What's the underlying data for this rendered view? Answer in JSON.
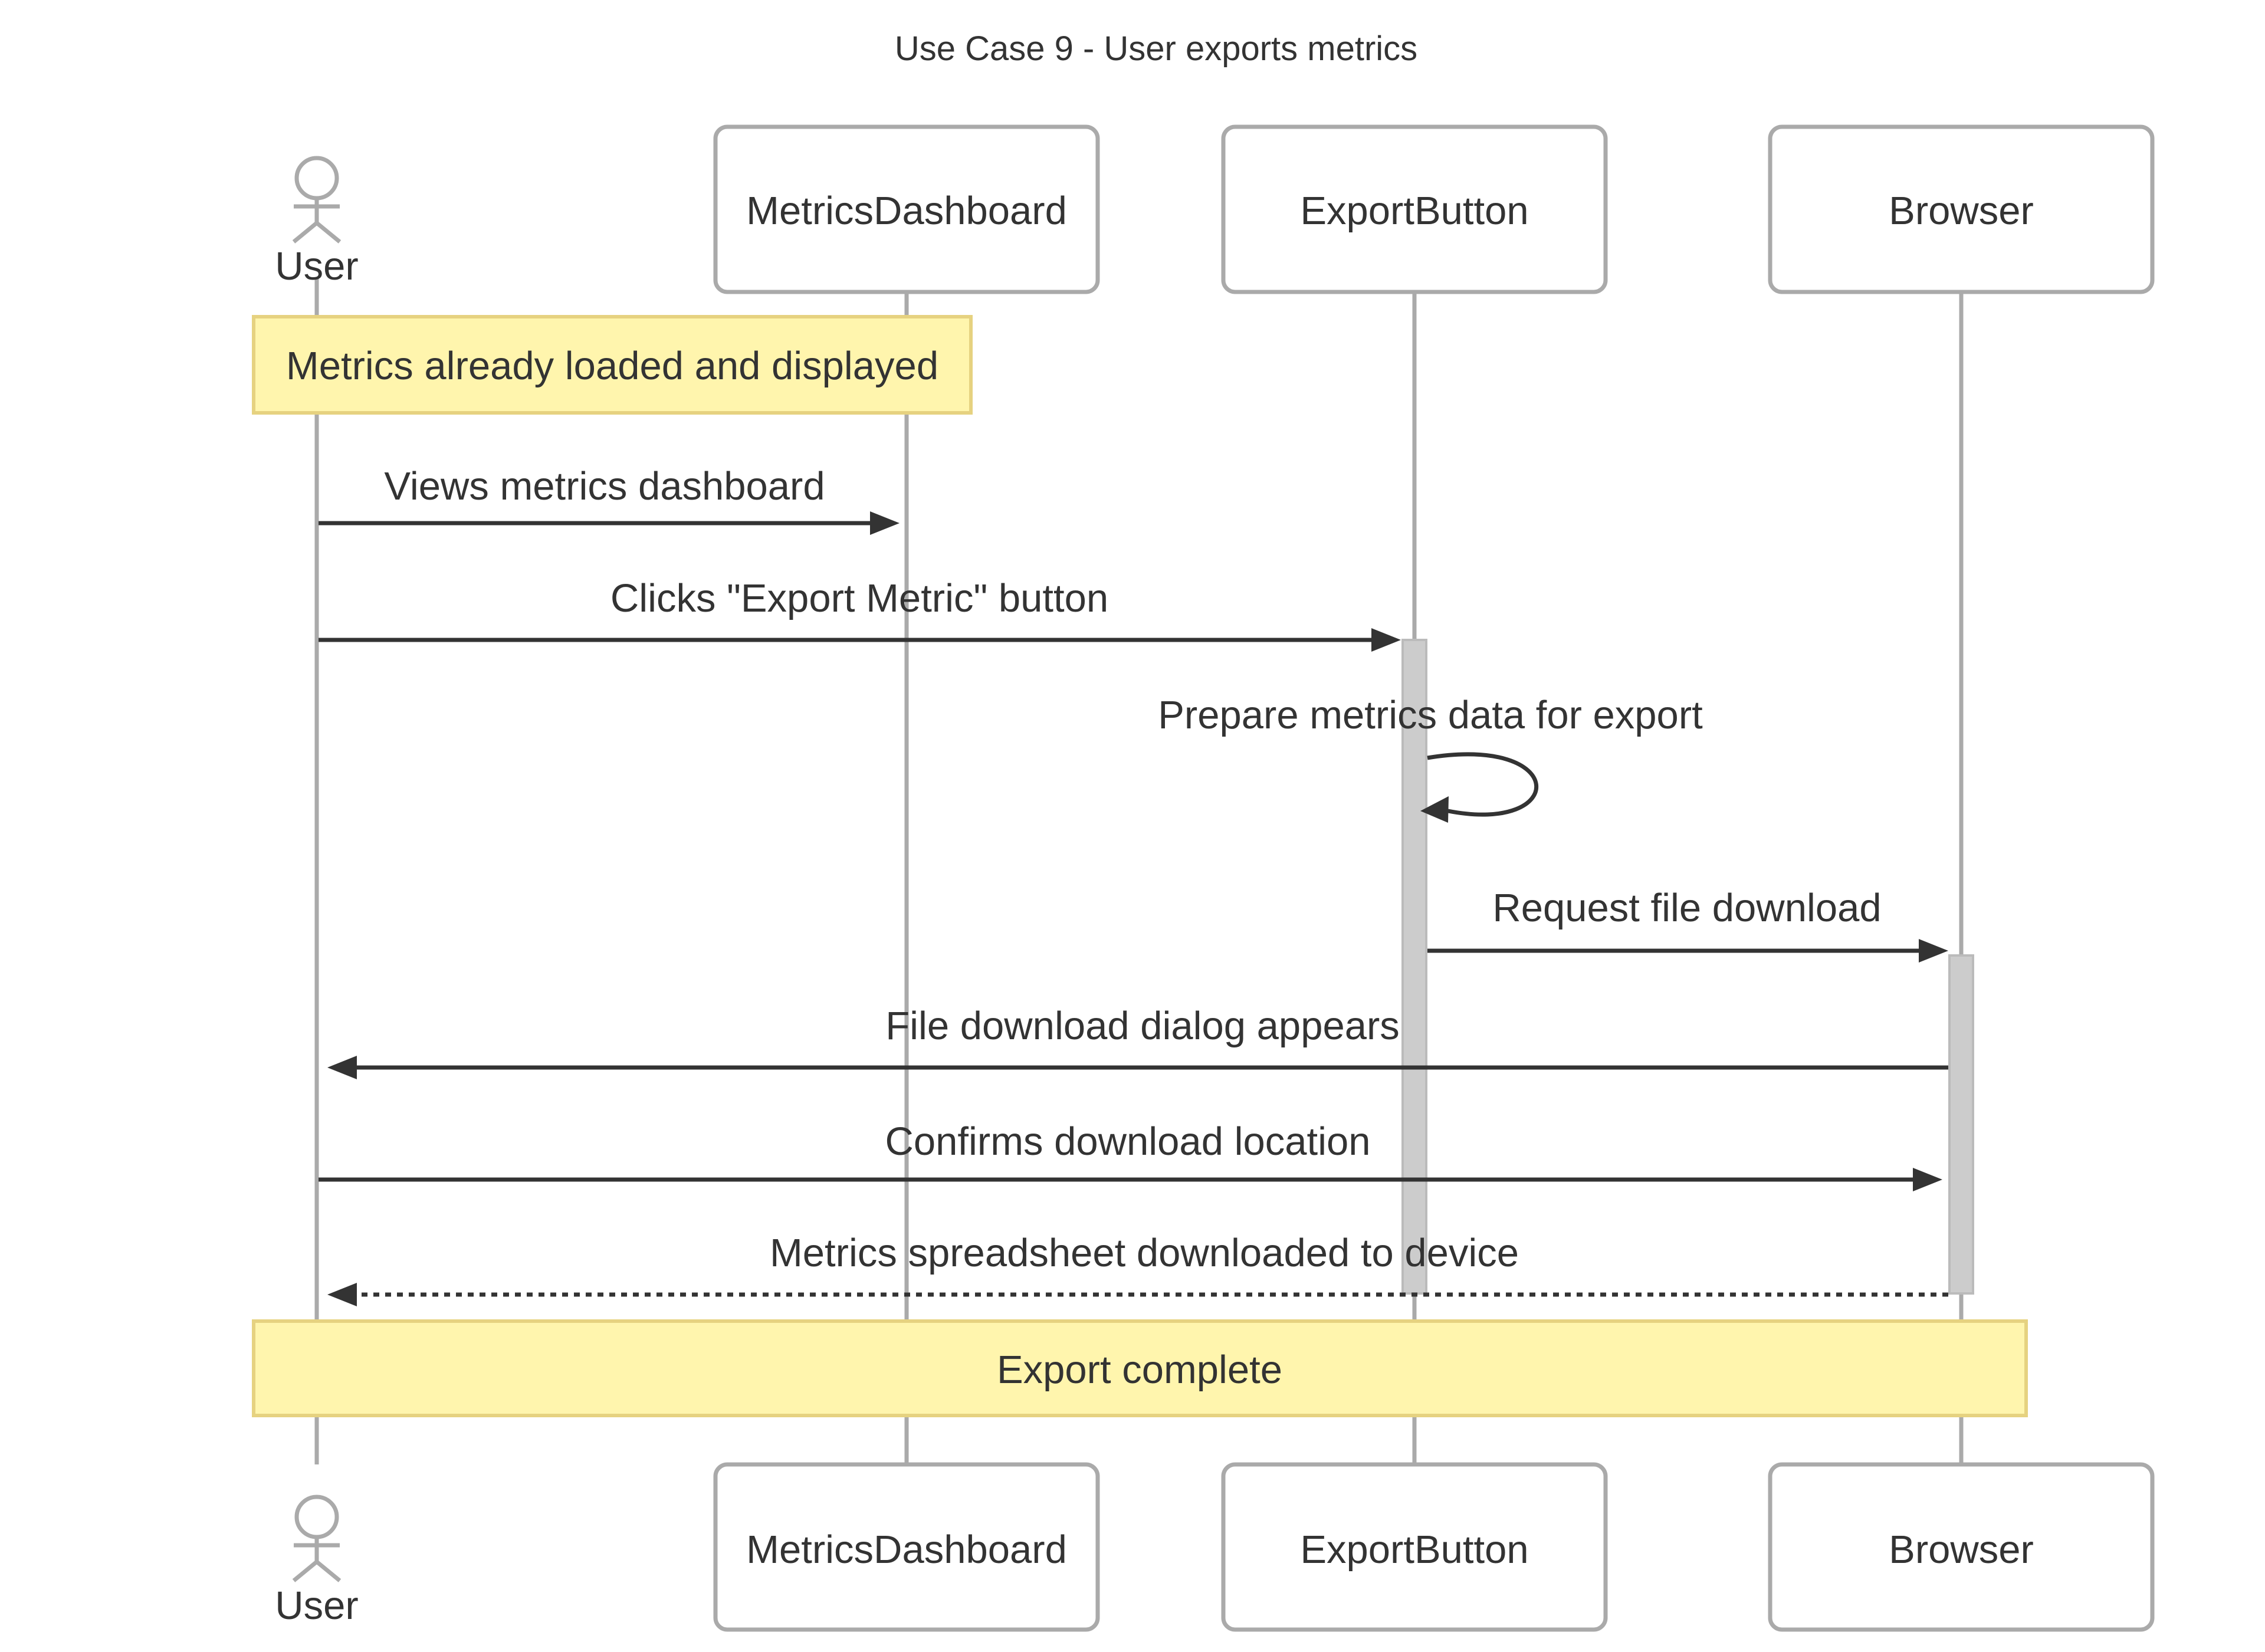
{
  "diagram": {
    "title": "Use Case 9 - User exports metrics",
    "participants": [
      {
        "id": "user",
        "label": "User",
        "kind": "actor"
      },
      {
        "id": "dashboard",
        "label": "MetricsDashboard",
        "kind": "box"
      },
      {
        "id": "export",
        "label": "ExportButton",
        "kind": "box"
      },
      {
        "id": "browser",
        "label": "Browser",
        "kind": "box"
      }
    ],
    "notes": [
      {
        "text": "Metrics already loaded and displayed",
        "from": "user",
        "to": "dashboard"
      },
      {
        "text": "Export complete",
        "from": "user",
        "to": "browser"
      }
    ],
    "messages": [
      {
        "label": "Views metrics dashboard",
        "from": "user",
        "to": "dashboard",
        "style": "solid"
      },
      {
        "label": "Clicks \"Export Metric\" button",
        "from": "user",
        "to": "export",
        "style": "solid"
      },
      {
        "label": "Prepare metrics data for export",
        "from": "export",
        "to": "export",
        "style": "solid"
      },
      {
        "label": "Request file download",
        "from": "export",
        "to": "browser",
        "style": "solid"
      },
      {
        "label": "File download dialog appears",
        "from": "browser",
        "to": "user",
        "style": "solid"
      },
      {
        "label": "Confirms download location",
        "from": "user",
        "to": "browser",
        "style": "solid"
      },
      {
        "label": "Metrics spreadsheet downloaded to device",
        "from": "browser",
        "to": "user",
        "style": "dotted"
      }
    ]
  }
}
